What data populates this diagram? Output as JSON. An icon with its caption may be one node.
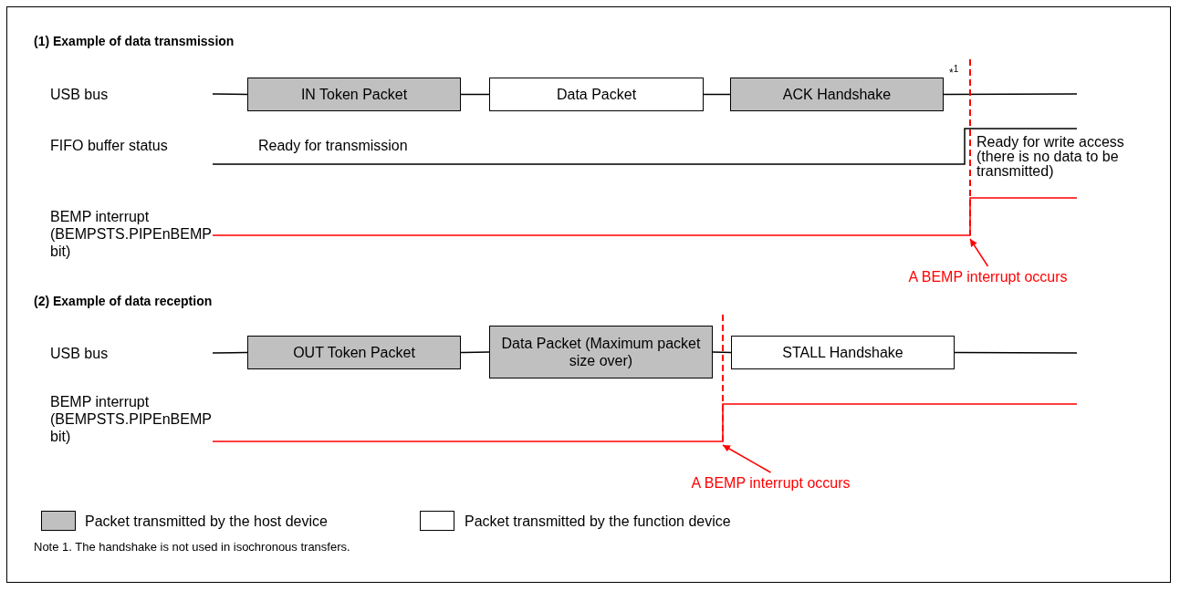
{
  "diagram": {
    "nodes": [
      {
        "text": [
          "IN Token Packet"
        ]
      },
      {
        "text": [
          "Data Packet"
        ]
      },
      {
        "text": [
          "ACK Handshake"
        ]
      },
      {
        "text": [
          "A BEMP interrupt occurs"
        ]
      },
      {
        "text": [
          "OUT Token Packet"
        ]
      },
      {
        "text": [
          "Data Packet (Maximum packet size over)"
        ]
      },
      {
        "text": [
          "STALL Handshake"
        ]
      },
      {
        "text": [
          "A BEMP interrupt occurs"
        ]
      }
    ],
    "edges": [
      {
        "from": null,
        "to": 0,
        "arrow": "none"
      },
      {
        "from": 0,
        "to": 1,
        "arrow": "none"
      },
      {
        "from": 1,
        "to": 2,
        "arrow": "none"
      },
      {
        "from": 2,
        "to": null,
        "arrow": "none"
      },
      {
        "from": 3,
        "to": null,
        "arrow": "to",
        "color": "#ff0000"
      },
      {
        "from": null,
        "to": 4,
        "arrow": "none"
      },
      {
        "from": 4,
        "to": 5,
        "arrow": "none"
      },
      {
        "from": 5,
        "to": 6,
        "arrow": "none"
      },
      {
        "from": 6,
        "to": null,
        "arrow": "none"
      },
      {
        "from": 7,
        "to": null,
        "arrow": "to",
        "color": "#ff0000"
      }
    ],
    "labels": [
      "(1) Example of data transmission",
      "USB bus",
      "*$^{1}$",
      "FIFO buffer status",
      "Ready for transmission",
      "Ready for write access (there is no data to be transmitted)",
      "BEMP interrupt (BEMPSTS.PIPEnBEMP bit)",
      "(2) Example of data reception",
      "USB bus",
      "BEMP interrupt (BEMPSTS.PIPEnBEMP bit)",
      "Note 1. The handshake is not used in isochronous transfers."
    ],
    "legend": [
      {
        "text": "Packet transmitted by the host device",
        "color": "#c0c0c0"
      },
      {
        "text": "Packet transmitted by the function device",
        "color": "#ffffff"
      }
    ]
  }
}
